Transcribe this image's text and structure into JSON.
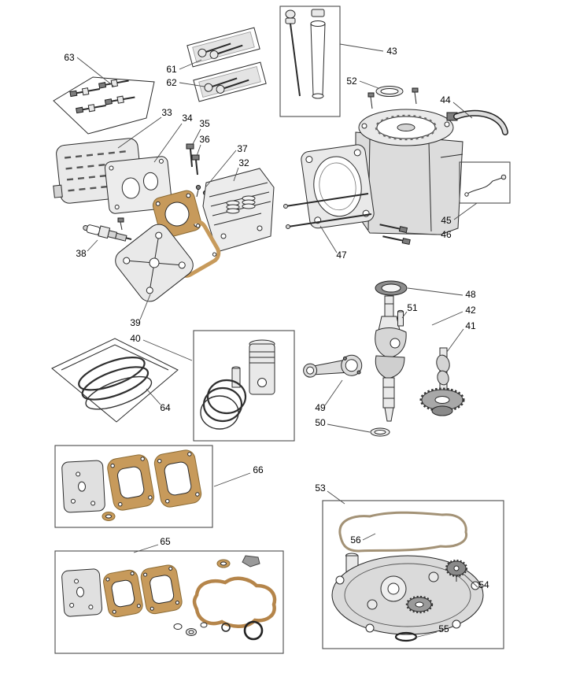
{
  "diagram": {
    "callouts": [
      {
        "label": "63"
      },
      {
        "label": "61"
      },
      {
        "label": "62"
      },
      {
        "label": "43"
      },
      {
        "label": "52"
      },
      {
        "label": "44"
      },
      {
        "label": "33"
      },
      {
        "label": "34"
      },
      {
        "label": "35"
      },
      {
        "label": "36"
      },
      {
        "label": "37"
      },
      {
        "label": "32"
      },
      {
        "label": "45"
      },
      {
        "label": "46"
      },
      {
        "label": "47"
      },
      {
        "label": "38"
      },
      {
        "label": "48"
      },
      {
        "label": "42"
      },
      {
        "label": "51"
      },
      {
        "label": "41"
      },
      {
        "label": "39"
      },
      {
        "label": "40"
      },
      {
        "label": "64"
      },
      {
        "label": "49"
      },
      {
        "label": "50"
      },
      {
        "label": "66"
      },
      {
        "label": "53"
      },
      {
        "label": "56"
      },
      {
        "label": "54"
      },
      {
        "label": "65"
      },
      {
        "label": "55"
      }
    ]
  }
}
